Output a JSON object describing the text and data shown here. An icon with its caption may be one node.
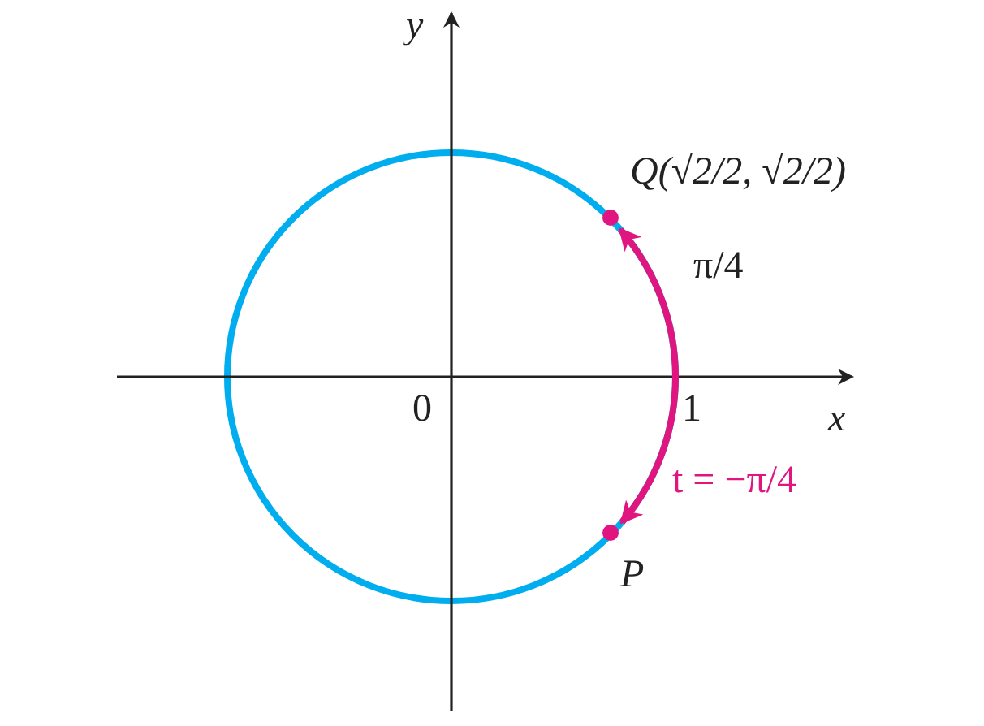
{
  "diagram": {
    "nodes": [
      {
        "text": [
          "Q(√2/2, √2/2)"
        ]
      },
      {
        "text": [
          "P"
        ]
      }
    ],
    "edges": [
      {
        "from": null,
        "to": 0,
        "arrow": "to",
        "label": "π/4",
        "color": "#e0157f"
      },
      {
        "from": null,
        "to": 1,
        "arrow": "to",
        "label": "t = −π/4",
        "color": "#e0157f"
      }
    ],
    "labels": [
      "y",
      "0",
      "1",
      "x"
    ]
  }
}
